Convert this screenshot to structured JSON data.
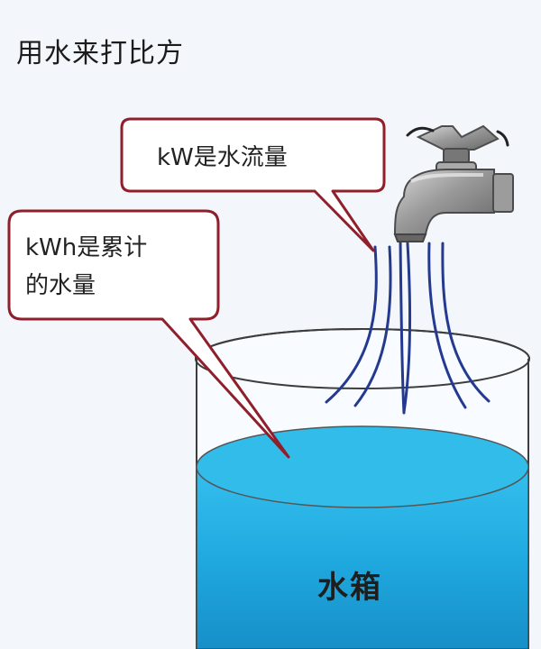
{
  "title": "用水来打比方",
  "bubbles": {
    "kw": {
      "text": "kW是水流量"
    },
    "kwh": {
      "line1": "kWh是累计",
      "line2": "的水量"
    }
  },
  "tank": {
    "label": "水箱",
    "water_color": "#1ea9df",
    "water_top_color": "#35c2f1",
    "outline_color": "#3c3c3c"
  },
  "bubble_style": {
    "fill": "#ffffff",
    "border": "#8f1f2b"
  },
  "faucet": {
    "icon": "faucet-icon",
    "metal_color": "#8d8d8d",
    "metal_dark": "#555555",
    "metal_light": "#c8c8c8"
  },
  "stream": {
    "color": "#243a8f"
  }
}
